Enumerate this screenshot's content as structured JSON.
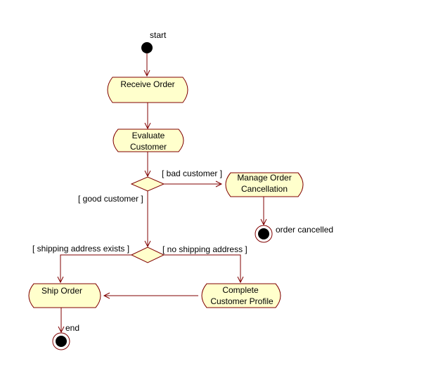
{
  "nodes": {
    "start": {
      "label": "start"
    },
    "receive_order": {
      "label": "Receive Order"
    },
    "evaluate_customer": {
      "line1": "Evaluate",
      "line2": "Customer"
    },
    "manage_order_cancellation": {
      "line1": "Manage Order",
      "line2": "Cancellation"
    },
    "order_cancelled": {
      "label": "order cancelled"
    },
    "ship_order": {
      "label": "Ship Order"
    },
    "complete_customer_profile": {
      "line1": "Complete",
      "line2": "Customer Profile"
    },
    "end": {
      "label": "end"
    }
  },
  "guards": {
    "bad_customer": "[ bad customer ]",
    "good_customer": "[ good customer ]",
    "shipping_address_exists": "[ shipping address exists ]",
    "no_shipping_address": "[ no shipping address ]"
  },
  "colors": {
    "activity_fill": "#ffffcc",
    "stroke": "#800000",
    "node_fill": "#000000"
  }
}
